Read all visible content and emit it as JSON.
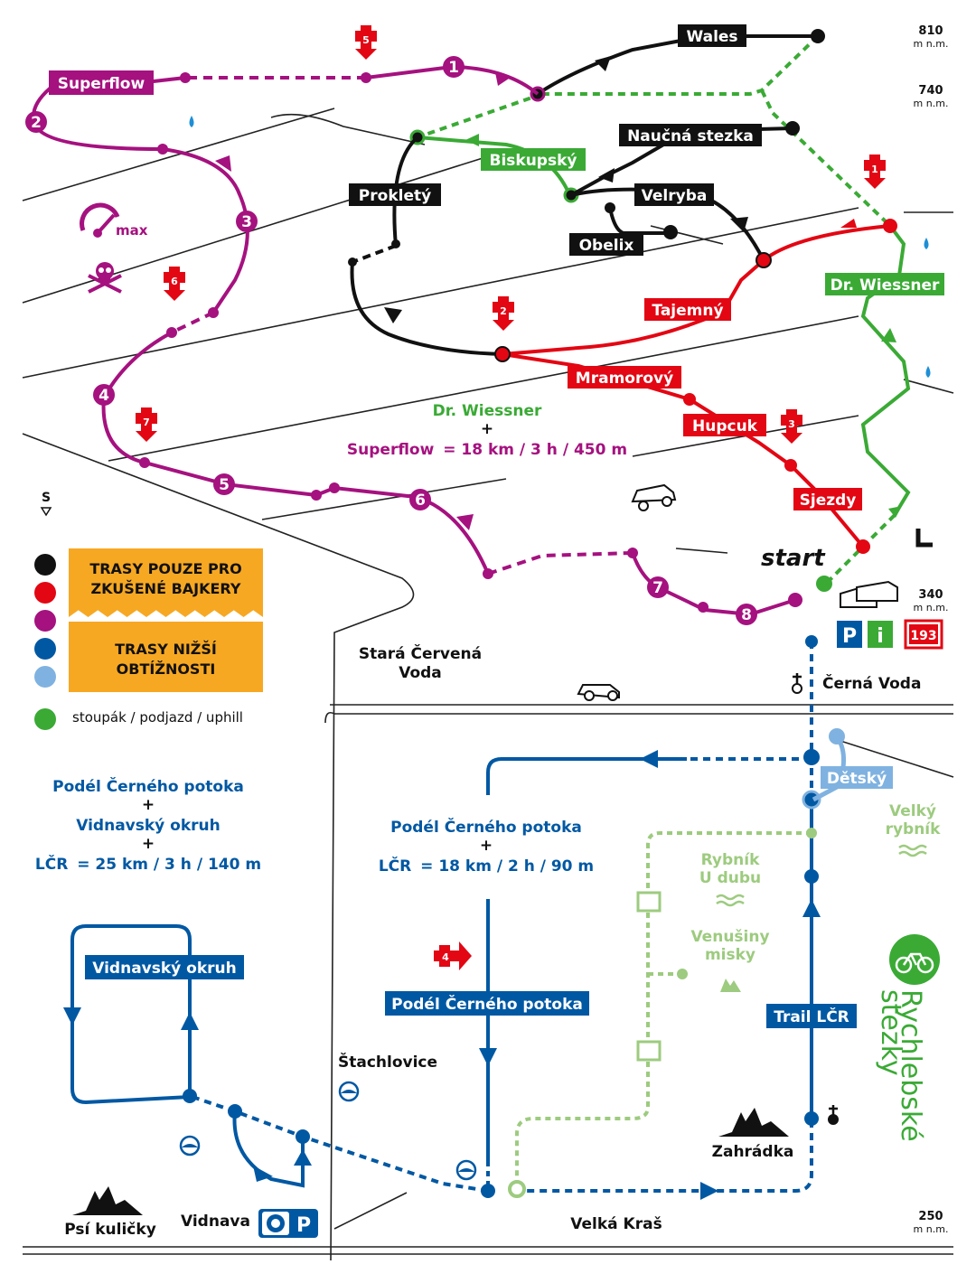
{
  "colors": {
    "black": "#111111",
    "red": "#E30613",
    "purple": "#A5117F",
    "green": "#3AAA35",
    "blue": "#0058A3",
    "lightblue": "#7FB2E0",
    "lightgreen": "#9DCB7F",
    "orange": "#F7A823"
  },
  "altitudes": {
    "a810": "810",
    "a740": "740",
    "a340": "340",
    "a250": "250",
    "unit": "m n.m."
  },
  "trails": {
    "wales": "Wales",
    "naucna": "Naučná stezka",
    "biskupsky": "Biskupský",
    "proklety": "Prokletý",
    "velryba": "Velryba",
    "obelix": "Obelix",
    "superflow": "Superflow",
    "dr_wiessner": "Dr. Wiessner",
    "tajemny": "Tajemný",
    "mramorovy": "Mramorový",
    "hupcuk": "Hupcuk",
    "sjezdy": "Sjezdy",
    "detsky": "Dětský",
    "vidnavsky": "Vidnavský okruh",
    "podel": "Podél Černého potoka",
    "trail_lcr": "Trail LČR"
  },
  "summaries": {
    "top_line1": "Dr. Wiessner",
    "plus": "+",
    "top_line2_name": "Superflow",
    "top_line2_stats": "= 18 km / 3 h / 450 m",
    "left_line1": "Podél Černého potoka",
    "left_line2": "Vidnavský okruh",
    "left_line3_name": "LČR",
    "left_line3_stats": "= 25 km / 3 h / 140 m",
    "mid_line1": "Podél Černého potoka",
    "mid_line2_name": "LČR",
    "mid_line2_stats": "= 18 km / 2 h / 90 m"
  },
  "places": {
    "stara_cervena_1": "Stará Červená",
    "stara_cervena_2": "Voda",
    "cerna_voda": "Černá Voda",
    "stachlovice": "Štachlovice",
    "vidnava": "Vidnava",
    "velka_kras": "Velká Kraš",
    "zahradka": "Zahrádka",
    "psi_kulicky": "Psí kuličky",
    "velky_rybnik_1": "Velký",
    "velky_rybnik_2": "rybník",
    "rybnik_dubu_1": "Rybník",
    "rybnik_dubu_2": "U dubu",
    "venusiny_1": "Venušiny",
    "venusiny_2": "misky",
    "start": "start",
    "max": "max",
    "s": "S",
    "bus": "193"
  },
  "legend": {
    "experts_1": "TRASY POUZE PRO",
    "experts_2": "ZKUŠENÉ BAJKERY",
    "easy_1": "TRASY NIŽŠÍ",
    "easy_2": "OBTÍŽNOSTI",
    "uphill": "stoupák / podjazd / uphill"
  },
  "brand": {
    "line1": "Rychlebské",
    "line2": "stezky"
  },
  "first_aid": [
    "5",
    "1",
    "6",
    "2",
    "7",
    "3",
    "4"
  ],
  "superflow_sections": [
    "1",
    "2",
    "3",
    "4",
    "5",
    "6",
    "7",
    "8"
  ]
}
